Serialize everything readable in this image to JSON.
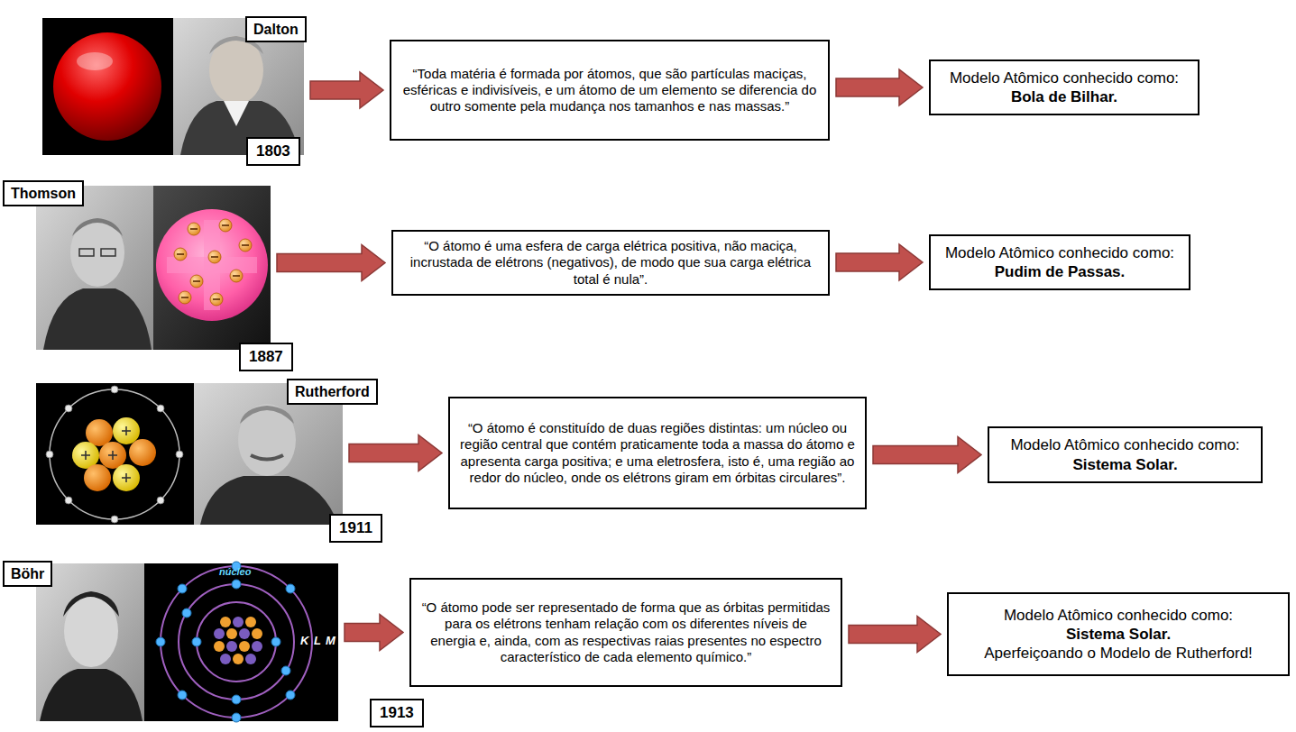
{
  "diagram": {
    "nodes": [
      {
        "text": [
          "Dalton",
          "1803"
        ]
      },
      {
        "text": [
          "“Toda matéria é formada por átomos, que são partículas maciças, esféricas e indivisíveis, e um átomo de um elemento se diferencia do outro somente pela mudança nos tamanhos e nas massas.”"
        ]
      },
      {
        "text": [
          "Modelo Atômico conhecido como:",
          "Bola de Bilhar."
        ]
      },
      {
        "text": [
          "Thomson",
          "1887"
        ]
      },
      {
        "text": [
          "“O átomo é uma esfera de carga elétrica positiva, não maciça, incrustada de elétrons (negativos), de modo que sua carga elétrica total é nula”."
        ]
      },
      {
        "text": [
          "Modelo Atômico conhecido como:",
          "Pudim de Passas."
        ]
      },
      {
        "text": [
          "Rutherford",
          "1911"
        ]
      },
      {
        "text": [
          "“O átomo é constituído de duas regiões distintas: um núcleo ou região central que contém praticamente toda a massa do átomo e apresenta carga positiva; e uma eletrosfera, isto é, uma região ao redor do núcleo, onde os elétrons giram em órbitas circulares”."
        ]
      },
      {
        "text": [
          "Modelo Atômico conhecido como:",
          "Sistema Solar."
        ]
      },
      {
        "text": [
          "Böhr",
          "1913"
        ]
      },
      {
        "text": [
          "“O átomo pode ser representado de forma que as órbitas permitidas para os elétrons tenham relação com os diferentes níveis de energia e, ainda, com as respectivas raias presentes no espectro característico de cada elemento químico.”"
        ]
      },
      {
        "text": [
          "Modelo Atômico conhecido como:",
          "Sistema Solar.",
          "Aperfeiçoando o Modelo de Rutherford!"
        ]
      }
    ],
    "edges": [
      {
        "from": 0,
        "to": 1,
        "arrow": "to"
      },
      {
        "from": 1,
        "to": 2,
        "arrow": "to"
      },
      {
        "from": 3,
        "to": 4,
        "arrow": "to"
      },
      {
        "from": 4,
        "to": 5,
        "arrow": "to"
      },
      {
        "from": 6,
        "to": 7,
        "arrow": "to"
      },
      {
        "from": 7,
        "to": 8,
        "arrow": "to"
      },
      {
        "from": 9,
        "to": 10,
        "arrow": "to"
      },
      {
        "from": 10,
        "to": 11,
        "arrow": "to"
      }
    ],
    "labels": [
      "núcleo",
      "K",
      "L",
      "M"
    ]
  }
}
